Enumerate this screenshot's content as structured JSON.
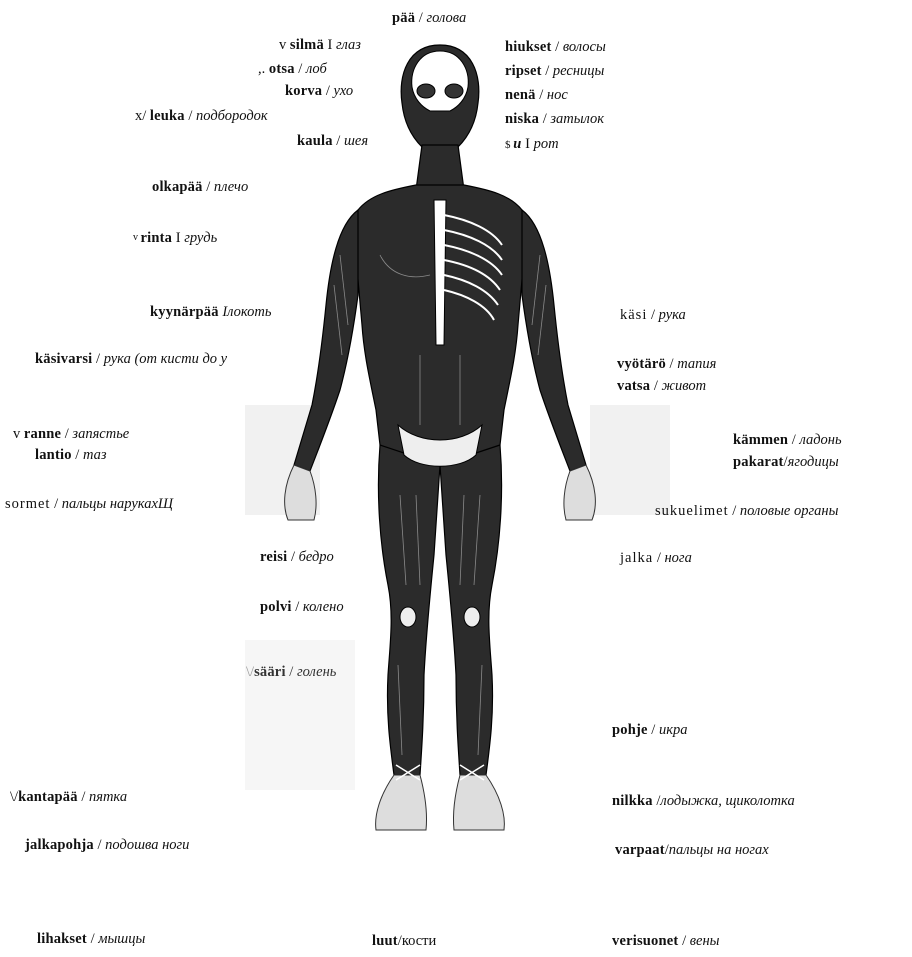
{
  "labels": {
    "paa": {
      "fi": "pää",
      "sep": " / ",
      "ru": "голова"
    },
    "silma": {
      "pre": "v ",
      "fi": "silmä",
      "sep": " I ",
      "ru": "глаз"
    },
    "hiukset": {
      "fi": "hiukset",
      "sep": " / ",
      "ru": "волосы"
    },
    "otsa": {
      "pre": ",. ",
      "fi": "otsa",
      "sep": " / ",
      "ru": "лоб"
    },
    "ripset": {
      "fi": "ripset",
      "sep": " / ",
      "ru": "ресницы"
    },
    "korva": {
      "fi": "korva",
      "sep": " / ",
      "ru": "ухо"
    },
    "nena": {
      "fi": "nenä",
      "sep": " / ",
      "ru": "нос"
    },
    "leuka": {
      "pre": "x/  ",
      "fi": "leuka",
      "sep": " / ",
      "ru": "подбородок"
    },
    "niska": {
      "fi": "niska",
      "sep": " / ",
      "ru": "затылок"
    },
    "kaula": {
      "fi": "kaula",
      "sep": " / ",
      "ru": "шея"
    },
    "suu": {
      "pre": "$ ",
      "fi": "u",
      "sep": " I ",
      "ru": "рот"
    },
    "olkapaa": {
      "fi": "olkapää",
      "sep": " / ",
      "ru": "плечо"
    },
    "rinta": {
      "pre": "v ",
      "fi": "rinta",
      "sep": " I ",
      "ru": "грудь"
    },
    "kyynarpaa": {
      "fi": "kyynärpää",
      "sep": "  I",
      "ru": "локоть"
    },
    "kasi": {
      "fi": "käsi",
      "sep": " / ",
      "ru": "рука"
    },
    "kasivarsi": {
      "fi": "käsivarsi",
      "sep": " / ",
      "ru": "рука (от кисти до у"
    },
    "vyotaro": {
      "fi": "vyötärö",
      "sep": " / ",
      "ru": "тапия"
    },
    "vatsa": {
      "fi": "vatsa",
      "sep": " / ",
      "ru": "живот"
    },
    "ranne": {
      "pre": "v ",
      "fi": "ranne",
      "sep": " / ",
      "ru": "запястье"
    },
    "kammen": {
      "fi": "kämmen",
      "sep": " / ",
      "ru": "ладонь"
    },
    "lantio": {
      "fi": "lantio",
      "sep": " / ",
      "ru": "таз"
    },
    "pakarat": {
      "fi": "pakarat",
      "sep": "/",
      "ru": "ягодицы"
    },
    "sormet": {
      "fi": "sormet",
      "sep": " / ",
      "ru": "пальцы нарукахЩ"
    },
    "sukuelimet": {
      "fi": "sukuelimet",
      "sep": " / ",
      "ru": "половые органы"
    },
    "reisi": {
      "fi": "reisi",
      "sep": " / ",
      "ru": "бедро"
    },
    "jalka": {
      "fi": "jalka",
      "sep": " / ",
      "ru": "нога"
    },
    "polvi": {
      "fi": "polvi",
      "sep": " / ",
      "ru": "колено"
    },
    "saari": {
      "pre": "\\/",
      "fi": "sääri",
      "sep": " / ",
      "ru": "голень"
    },
    "pohje": {
      "fi": "pohje",
      "sep": " / ",
      "ru": "икра"
    },
    "kantapaa": {
      "pre": "\\/",
      "fi": "kantapää",
      "sep": " / ",
      "ru": "пятка"
    },
    "nilkka": {
      "fi": "nilkka",
      "sep": " /",
      "ru": "лодыжка, щиколотка"
    },
    "jalkapohja": {
      "fi": "jalkapohja",
      "sep": " / ",
      "ru": "подошва ноги"
    },
    "varpaat": {
      "fi": "varpaat",
      "sep": "/",
      "ru": "пальцы на ногах"
    },
    "lihakset": {
      "fi": "lihakset",
      "sep": " / ",
      "ru": "мышцы"
    },
    "luut": {
      "fi": "luut",
      "sep": "/",
      "ru": "кости"
    },
    "verisuonet": {
      "fi": "verisuonet",
      "sep": " / ",
      "ru": "вены"
    }
  },
  "colors": {
    "ink": "#111111",
    "muscle": "#2a2a2a",
    "bone": "#ffffff",
    "paper": "#ffffff"
  }
}
